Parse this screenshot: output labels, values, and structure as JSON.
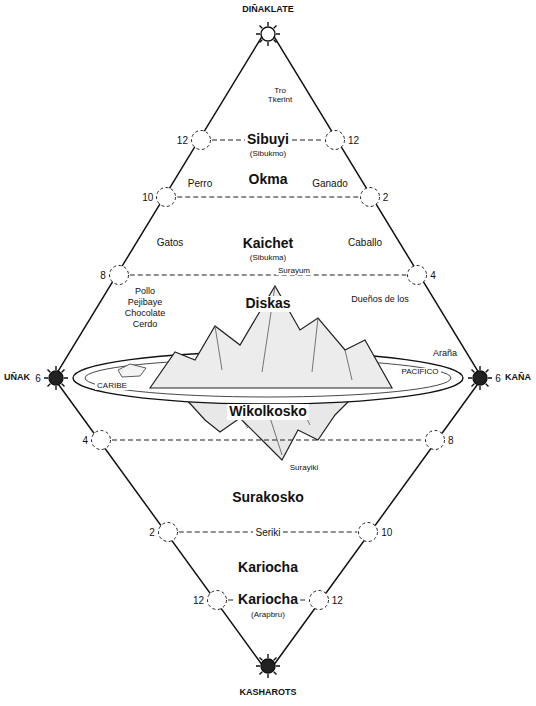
{
  "diagram": {
    "nodes": [
      {
        "text": [
          "12"
        ]
      },
      {
        "text": [
          "12"
        ]
      },
      {
        "text": [
          "10"
        ]
      },
      {
        "text": [
          "2"
        ]
      },
      {
        "text": [
          "8"
        ]
      },
      {
        "text": [
          "4"
        ]
      },
      {
        "text": [
          "4"
        ]
      },
      {
        "text": [
          "8"
        ]
      },
      {
        "text": [
          "2"
        ]
      },
      {
        "text": [
          "10"
        ]
      },
      {
        "text": [
          "12"
        ]
      },
      {
        "text": [
          "12"
        ]
      }
    ],
    "edges": [
      {
        "from": 0,
        "to": 1,
        "arrow": "none"
      },
      {
        "from": 2,
        "to": 3,
        "arrow": "none"
      },
      {
        "from": 4,
        "to": 5,
        "arrow": "none"
      },
      {
        "from": 6,
        "to": 7,
        "arrow": "none"
      },
      {
        "from": 8,
        "to": 9,
        "arrow": "none"
      },
      {
        "from": 10,
        "to": 11,
        "arrow": "none"
      }
    ],
    "labels": [
      "DIÑAKLATE",
      "Tro Tkerint",
      "Sibuyi",
      "(Sibukmo)",
      "Perro",
      "Okma",
      "Ganado",
      "Gatos",
      "Kaichet",
      "(Sibukma)",
      "Caballo",
      "Surayum",
      "Pollo",
      "Pejibaye",
      "Chocolate",
      "Cerdo",
      "Diskas",
      "Dueños de los",
      "UÑAK",
      "6",
      "CARIBE",
      "PACIFICO",
      "Araña",
      "6",
      "KAÑA",
      "Wikolkosko",
      "Surayiki",
      "Surakosko",
      "Seriki",
      "Kariocha",
      "Kariocha",
      "(Arapbru)",
      "KASHAROTS"
    ]
  }
}
